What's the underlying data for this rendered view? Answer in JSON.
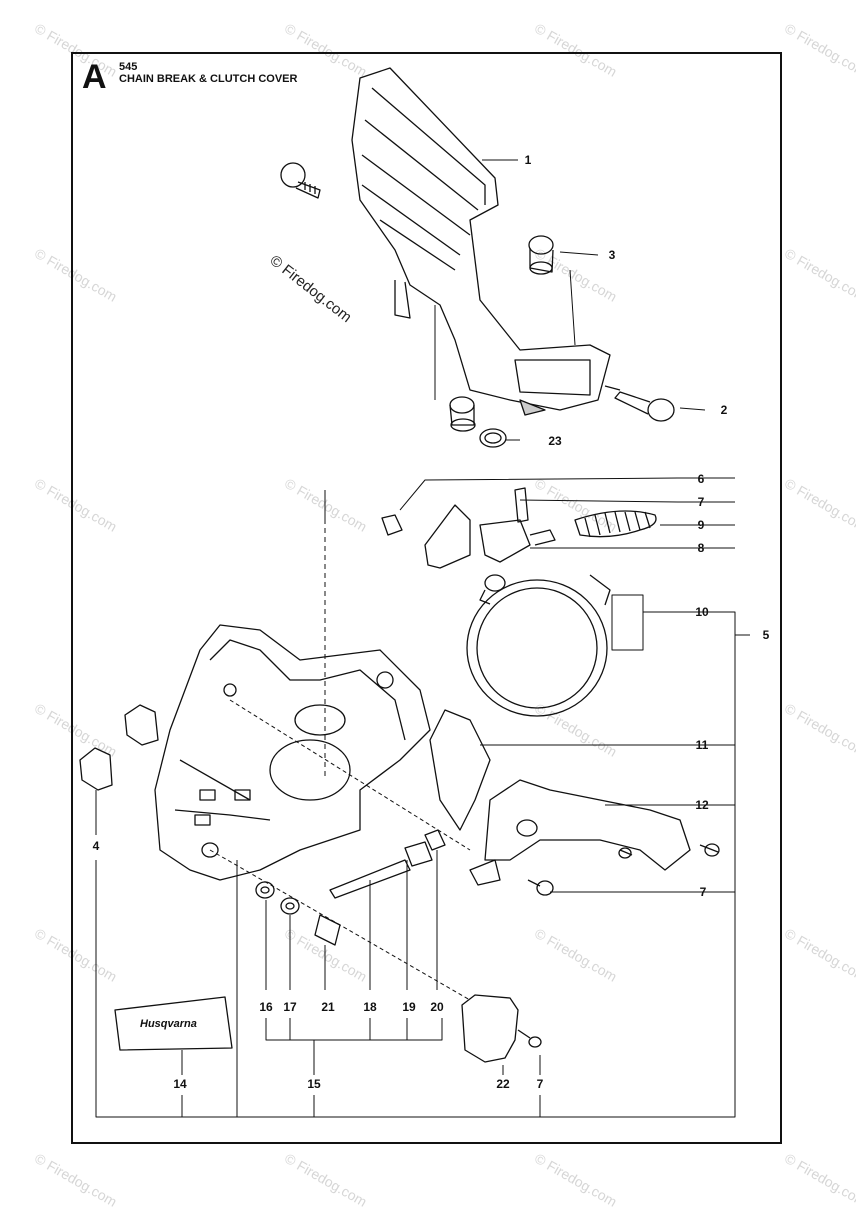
{
  "header": {
    "section_letter": "A",
    "model": "545",
    "title": "CHAIN BREAK & CLUTCH COVER"
  },
  "watermark": {
    "text": "© Firedog.com"
  },
  "brand_label": {
    "text": "Husqvarna"
  },
  "callouts": [
    {
      "id": "c1",
      "label": "1"
    },
    {
      "id": "c3",
      "label": "3"
    },
    {
      "id": "c2",
      "label": "2"
    },
    {
      "id": "c23",
      "label": "23"
    },
    {
      "id": "c6",
      "label": "6"
    },
    {
      "id": "c7a",
      "label": "7"
    },
    {
      "id": "c9",
      "label": "9"
    },
    {
      "id": "c8",
      "label": "8"
    },
    {
      "id": "c10",
      "label": "10"
    },
    {
      "id": "c5",
      "label": "5"
    },
    {
      "id": "c11",
      "label": "11"
    },
    {
      "id": "c12",
      "label": "12"
    },
    {
      "id": "c4",
      "label": "4"
    },
    {
      "id": "c7b",
      "label": "7"
    },
    {
      "id": "c16",
      "label": "16"
    },
    {
      "id": "c17",
      "label": "17"
    },
    {
      "id": "c21",
      "label": "21"
    },
    {
      "id": "c18",
      "label": "18"
    },
    {
      "id": "c19",
      "label": "19"
    },
    {
      "id": "c20",
      "label": "20"
    },
    {
      "id": "c14",
      "label": "14"
    },
    {
      "id": "c15",
      "label": "15"
    },
    {
      "id": "c22",
      "label": "22"
    },
    {
      "id": "c7c",
      "label": "7"
    }
  ]
}
